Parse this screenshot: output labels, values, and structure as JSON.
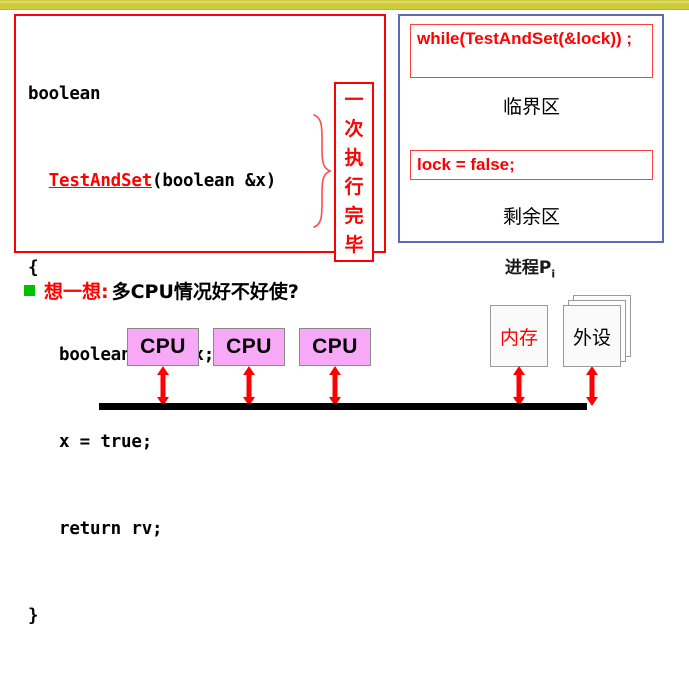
{
  "slide": {
    "theme_bar_color": "#cfcc3c",
    "background": "#ffffff"
  },
  "code_panel": {
    "border_color": "#ff0000",
    "lines": [
      {
        "id": "l1",
        "text": "boolean"
      },
      {
        "id": "l2",
        "indent": "  ",
        "fn": "TestAndSet",
        "rest": "(boolean &x)"
      },
      {
        "id": "l3",
        "text": "{"
      },
      {
        "id": "l4",
        "text": "   boolean rv = x;"
      },
      {
        "id": "l5",
        "text": "   x = true;"
      },
      {
        "id": "l6",
        "text": "   return rv;"
      },
      {
        "id": "l7",
        "text": "}"
      }
    ],
    "plain": {
      "line1": "boolean",
      "line3": "{",
      "line4": "   boolean rv = x;",
      "line5": "   x = true;",
      "line6": "   return rv;",
      "line7": "}"
    },
    "function_name": "TestAndSet",
    "signature_rest": "(boolean &x)",
    "signature_indent": "  ",
    "annotation": {
      "text": "一次执行完毕",
      "chars": [
        "一",
        "次",
        "执",
        "行",
        "完",
        "毕"
      ],
      "color": "#ff0000"
    }
  },
  "process_panel": {
    "border_color": "#5b6bb5",
    "entry_statement": "while(TestAndSet(&lock)) ;",
    "critical_section": "临界区",
    "exit_statement": "lock = false;",
    "remainder_section": "剩余区",
    "caption": "进程P",
    "caption_subscript": "i",
    "statement_color": "#ff0000"
  },
  "question": {
    "bullet_color": "#00c000",
    "highlight": "想一想:",
    "text": "多CPU情况好不好使?"
  },
  "hardware": {
    "cpus": [
      {
        "label": "CPU"
      },
      {
        "label": "CPU"
      },
      {
        "label": "CPU"
      }
    ],
    "memory": {
      "label": "内存",
      "color": "#ff0000"
    },
    "peripheral": {
      "label": "外设",
      "color": "#000000"
    },
    "cpu_fill": "#f7a8f7",
    "bus_color": "#000000",
    "arrow_color": "#ff0000"
  }
}
